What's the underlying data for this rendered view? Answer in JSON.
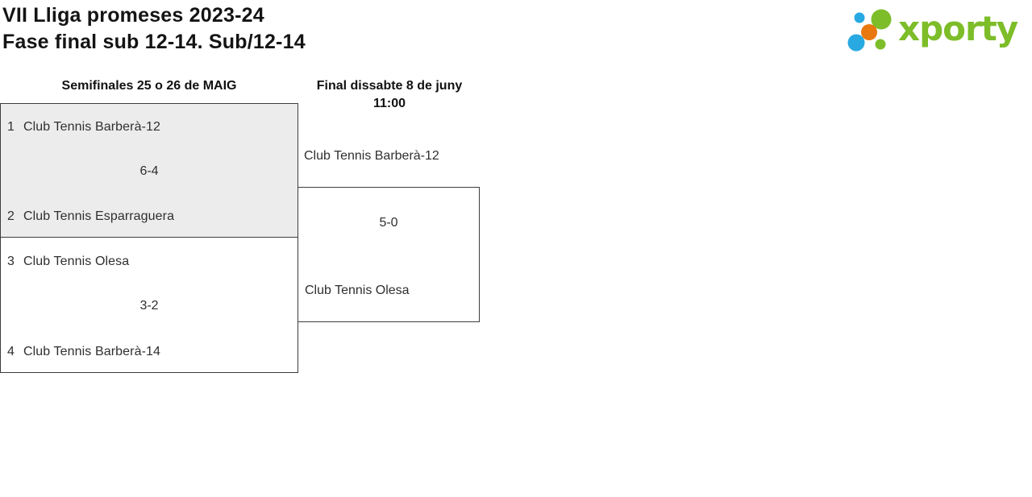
{
  "title": {
    "line1": "VII Lliga promeses 2023-24",
    "line2": "Fase final sub 12-14. Sub/12-14"
  },
  "logo": {
    "wordmark": "xporty",
    "green": "#7dbd29",
    "blue": "#29a9e1",
    "orange": "#e8790f"
  },
  "bracket": {
    "round1": {
      "header": "Semifinales 25 o 26 de MAIG"
    },
    "round2": {
      "header_line1": "Final dissabte 8 de juny",
      "header_line2": "11:00"
    },
    "semifinal1": {
      "seed1": "1",
      "team1": "Club Tennis Barberà-12",
      "score": "6-4",
      "seed2": "2",
      "team2": "Club Tennis Esparraguera"
    },
    "semifinal2": {
      "seed1": "3",
      "team1": "Club Tennis Olesa",
      "score": "3-2",
      "seed2": "4",
      "team2": "Club Tennis Barberà-14"
    },
    "final": {
      "team1": "Club Tennis Barberà-12",
      "score": "5-0",
      "team2": "Club Tennis Olesa"
    }
  },
  "colors": {
    "box_border": "#3d3d3d",
    "highlight_bg": "#ececec",
    "text": "#2f2f2f"
  }
}
